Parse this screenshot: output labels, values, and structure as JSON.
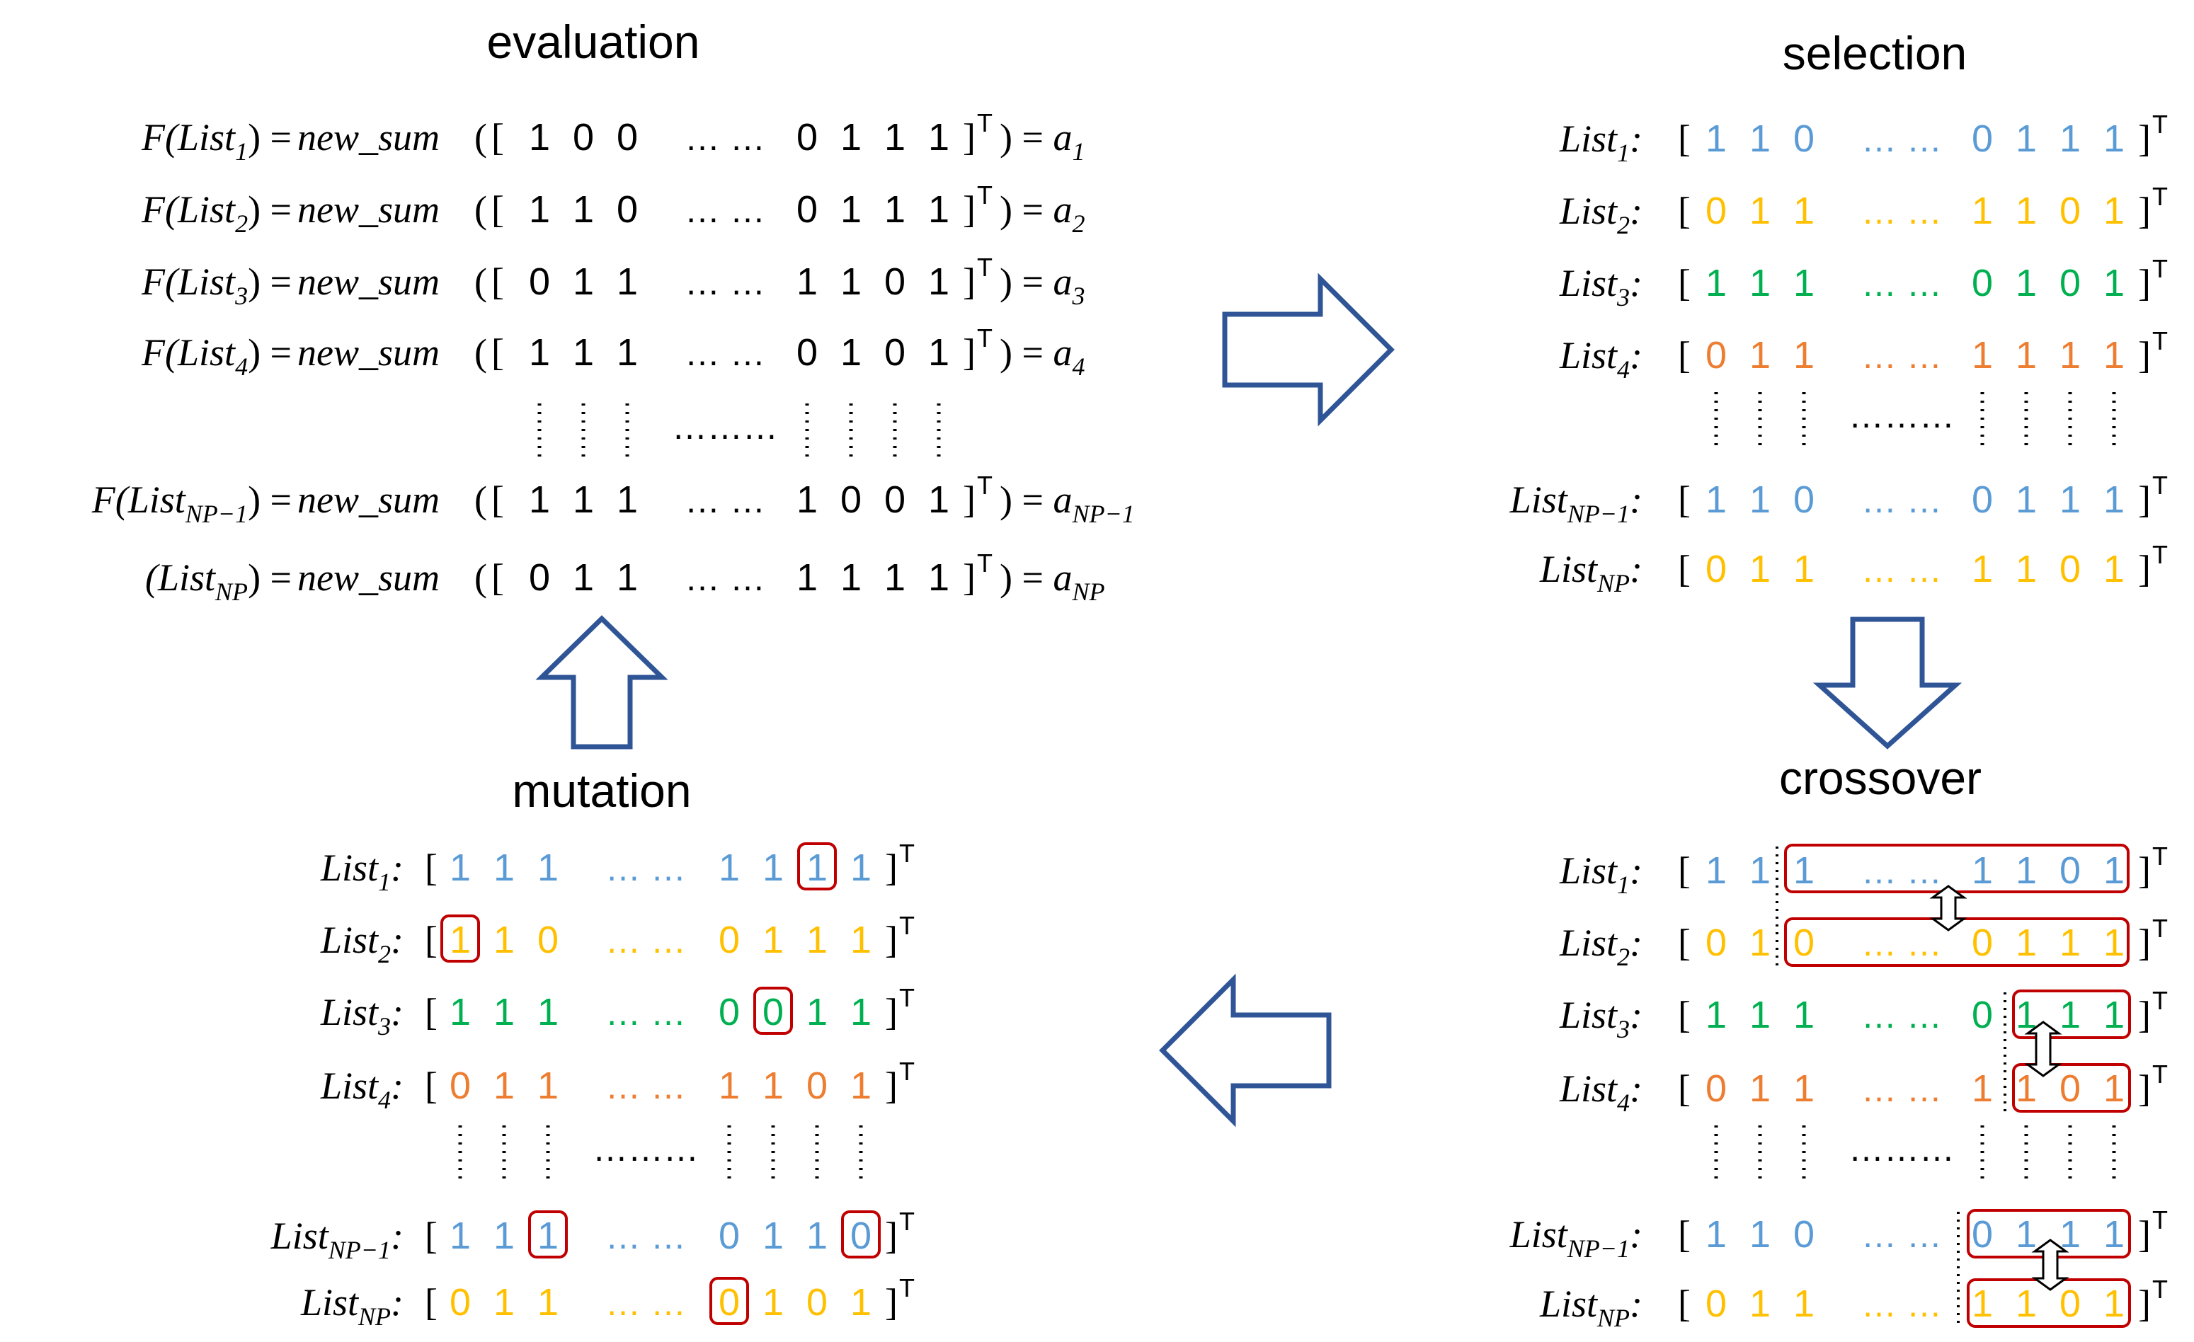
{
  "colors": {
    "blue": "#5B9BD5",
    "yellow": "#FFC000",
    "green": "#00B050",
    "orange": "#ED7D31",
    "black": "#000000",
    "arrow": "#2F5597",
    "highlight": "#C00000"
  },
  "sections": {
    "evaluation": "evaluation",
    "selection": "selection",
    "crossover": "crossover",
    "mutation": "mutation"
  },
  "notation": {
    "fn": "F",
    "list": "List",
    "func": "new_sum",
    "result": "a",
    "transpose": "T",
    "ellipsis": "… …",
    "vdots_row": "………",
    "equals": "=",
    "open_bracket": "[",
    "close_bracket": "]"
  },
  "evaluation_rows": [
    {
      "prefix": "F(",
      "sub": "1",
      "left": [
        "1",
        "0",
        "0"
      ],
      "right": [
        "0",
        "1",
        "1",
        "1"
      ],
      "res_sub": "1"
    },
    {
      "prefix": "F(",
      "sub": "2",
      "left": [
        "1",
        "1",
        "0"
      ],
      "right": [
        "0",
        "1",
        "1",
        "1"
      ],
      "res_sub": "2"
    },
    {
      "prefix": "F(",
      "sub": "3",
      "left": [
        "0",
        "1",
        "1"
      ],
      "right": [
        "1",
        "1",
        "0",
        "1"
      ],
      "res_sub": "3"
    },
    {
      "prefix": "F(",
      "sub": "4",
      "left": [
        "1",
        "1",
        "1"
      ],
      "right": [
        "0",
        "1",
        "0",
        "1"
      ],
      "res_sub": "4"
    },
    {
      "prefix": "F(",
      "sub": "NP−1",
      "left": [
        "1",
        "1",
        "1"
      ],
      "right": [
        "1",
        "0",
        "0",
        "1"
      ],
      "res_sub": "NP−1"
    },
    {
      "prefix": "(",
      "sub": "NP",
      "left": [
        "0",
        "1",
        "1"
      ],
      "right": [
        "1",
        "1",
        "1",
        "1"
      ],
      "res_sub": "NP"
    }
  ],
  "selection_rows": [
    {
      "sub": "1",
      "color": "blue",
      "left": [
        "1",
        "1",
        "0"
      ],
      "right": [
        "0",
        "1",
        "1",
        "1"
      ]
    },
    {
      "sub": "2",
      "color": "yellow",
      "left": [
        "0",
        "1",
        "1"
      ],
      "right": [
        "1",
        "1",
        "0",
        "1"
      ]
    },
    {
      "sub": "3",
      "color": "green",
      "left": [
        "1",
        "1",
        "1"
      ],
      "right": [
        "0",
        "1",
        "0",
        "1"
      ]
    },
    {
      "sub": "4",
      "color": "orange",
      "left": [
        "0",
        "1",
        "1"
      ],
      "right": [
        "1",
        "1",
        "1",
        "1"
      ]
    },
    {
      "sub": "NP−1",
      "color": "blue",
      "left": [
        "1",
        "1",
        "0"
      ],
      "right": [
        "0",
        "1",
        "1",
        "1"
      ]
    },
    {
      "sub": "NP",
      "color": "yellow",
      "left": [
        "0",
        "1",
        "1"
      ],
      "right": [
        "1",
        "1",
        "0",
        "1"
      ]
    }
  ],
  "crossover_rows": [
    {
      "sub": "1",
      "color": "blue",
      "left": [
        "1",
        "1",
        "1"
      ],
      "right": [
        "1",
        "1",
        "0",
        "1"
      ]
    },
    {
      "sub": "2",
      "color": "yellow",
      "left": [
        "0",
        "1",
        "0"
      ],
      "right": [
        "0",
        "1",
        "1",
        "1"
      ]
    },
    {
      "sub": "3",
      "color": "green",
      "left": [
        "1",
        "1",
        "1"
      ],
      "right": [
        "0",
        "1",
        "1",
        "1"
      ]
    },
    {
      "sub": "4",
      "color": "orange",
      "left": [
        "0",
        "1",
        "1"
      ],
      "right": [
        "1",
        "1",
        "0",
        "1"
      ]
    },
    {
      "sub": "NP−1",
      "color": "blue",
      "left": [
        "1",
        "1",
        "0"
      ],
      "right": [
        "0",
        "1",
        "1",
        "1"
      ]
    },
    {
      "sub": "NP",
      "color": "yellow",
      "left": [
        "0",
        "1",
        "1"
      ],
      "right": [
        "1",
        "1",
        "0",
        "1"
      ]
    }
  ],
  "mutation_rows": [
    {
      "sub": "1",
      "color": "blue",
      "left": [
        "1",
        "1",
        "1"
      ],
      "right": [
        "1",
        "1",
        "1",
        "1"
      ],
      "boxed": [
        5
      ]
    },
    {
      "sub": "2",
      "color": "yellow",
      "left": [
        "1",
        "1",
        "0"
      ],
      "right": [
        "0",
        "1",
        "1",
        "1"
      ],
      "boxed": [
        0
      ]
    },
    {
      "sub": "3",
      "color": "green",
      "left": [
        "1",
        "1",
        "1"
      ],
      "right": [
        "0",
        "0",
        "1",
        "1"
      ],
      "boxed": [
        4
      ]
    },
    {
      "sub": "4",
      "color": "orange",
      "left": [
        "0",
        "1",
        "1"
      ],
      "right": [
        "1",
        "1",
        "0",
        "1"
      ],
      "boxed": []
    },
    {
      "sub": "NP−1",
      "color": "blue",
      "left": [
        "1",
        "1",
        "1"
      ],
      "right": [
        "0",
        "1",
        "1",
        "0"
      ],
      "boxed": [
        2,
        6
      ]
    },
    {
      "sub": "NP",
      "color": "yellow",
      "left": [
        "0",
        "1",
        "1"
      ],
      "right": [
        "0",
        "1",
        "0",
        "1"
      ],
      "boxed": [
        3
      ]
    }
  ]
}
